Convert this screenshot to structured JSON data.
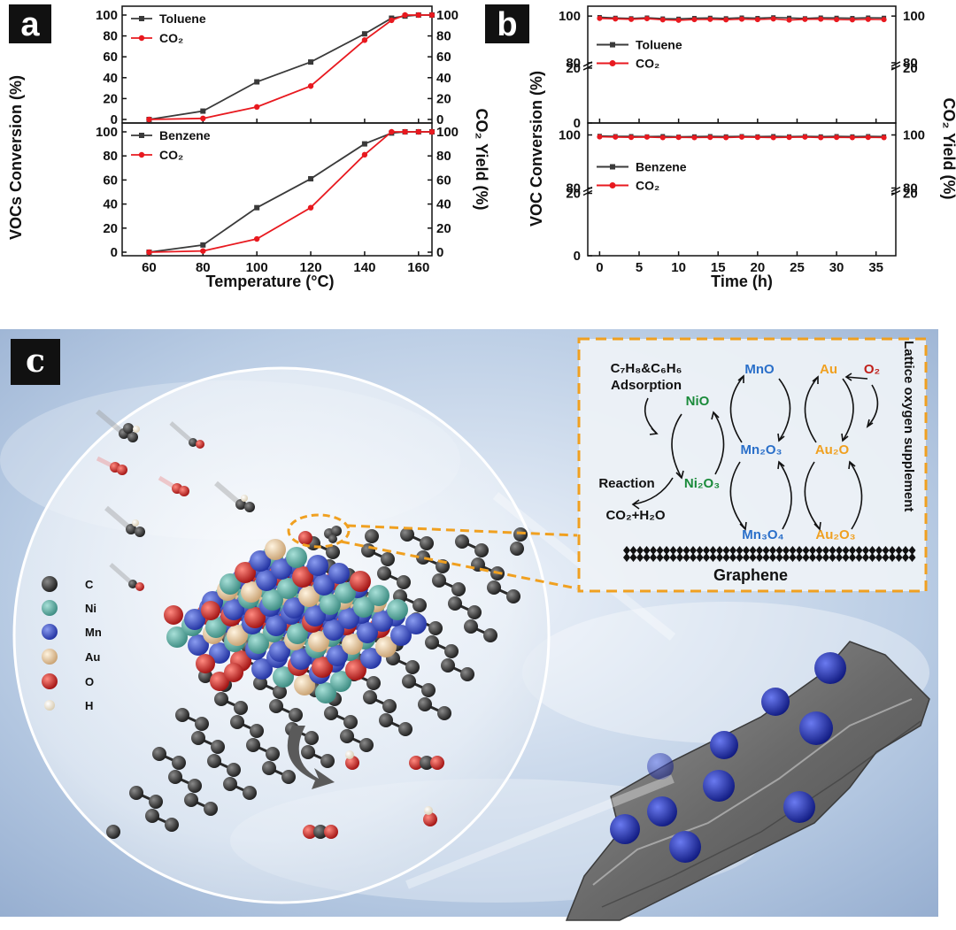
{
  "panel_labels": {
    "a": "a",
    "b": "b",
    "c": "c"
  },
  "colors": {
    "black_series": "#3a3a3a",
    "red_series": "#e8191f",
    "green": "#1a8a3a",
    "blue": "#2a6fc9",
    "orange": "#f0a020",
    "darkred": "#c0201a",
    "box": "#f0a020"
  },
  "chart_data": [
    {
      "type": "line",
      "panel": "a",
      "subplot": "top",
      "x": [
        60,
        80,
        100,
        120,
        140,
        150,
        155,
        160,
        165
      ],
      "series": [
        {
          "name": "Toluene",
          "color": "#3a3a3a",
          "values": [
            0,
            8,
            36,
            55,
            82,
            97,
            99,
            100,
            100
          ]
        },
        {
          "name": "CO₂",
          "color": "#e8191f",
          "values": [
            0,
            1,
            12,
            32,
            76,
            95,
            100,
            100,
            100
          ]
        }
      ],
      "xlim": [
        50,
        165
      ],
      "ylim": [
        0,
        100
      ],
      "yticks": [
        0,
        20,
        40,
        60,
        80,
        100
      ],
      "y2ticks": [
        0,
        20,
        40,
        60,
        80,
        100
      ],
      "legend": "top-left"
    },
    {
      "type": "line",
      "panel": "a",
      "subplot": "bottom",
      "x": [
        60,
        80,
        100,
        120,
        140,
        150,
        155,
        160,
        165
      ],
      "series": [
        {
          "name": "Benzene",
          "color": "#3a3a3a",
          "values": [
            0,
            6,
            37,
            61,
            90,
            99,
            100,
            100,
            100
          ]
        },
        {
          "name": "CO₂",
          "color": "#e8191f",
          "values": [
            0,
            1,
            11,
            37,
            81,
            100,
            100,
            100,
            100
          ]
        }
      ],
      "xlim": [
        50,
        165
      ],
      "ylim": [
        0,
        100
      ],
      "yticks": [
        0,
        20,
        40,
        60,
        80,
        100
      ],
      "y2ticks": [
        0,
        20,
        40,
        60,
        80,
        100
      ],
      "xticks": [
        60,
        80,
        100,
        120,
        140,
        160
      ],
      "xlabel": "Temperature (°C)",
      "ylabel": "VOCs Conversion (%)",
      "y2label": "CO₂ Yield (%)",
      "legend": "top-left"
    },
    {
      "type": "line",
      "panel": "b",
      "subplot": "top",
      "x": [
        0,
        2,
        4,
        6,
        8,
        10,
        12,
        14,
        16,
        18,
        20,
        22,
        24,
        26,
        28,
        30,
        32,
        34,
        36
      ],
      "series": [
        {
          "name": "Toluene",
          "color": "#3a3a3a",
          "values": [
            99.5,
            99.2,
            99.0,
            99.3,
            98.9,
            98.8,
            99.1,
            99.2,
            99.0,
            99.3,
            99.1,
            99.4,
            99.2,
            99.0,
            99.3,
            99.2,
            99.1,
            99.3,
            99.2
          ]
        },
        {
          "name": "CO₂",
          "color": "#e8191f",
          "values": [
            99.0,
            98.8,
            98.6,
            98.9,
            98.4,
            98.2,
            98.5,
            98.6,
            98.4,
            98.7,
            98.5,
            98.8,
            98.3,
            98.6,
            98.7,
            98.5,
            98.4,
            98.6,
            98.5
          ]
        }
      ],
      "xlim": [
        -1.5,
        37.5
      ],
      "yticks": [
        0,
        20,
        80,
        100
      ],
      "y2ticks": [
        20,
        80,
        100
      ],
      "axis_break": [
        20,
        80
      ],
      "legend": "center-left"
    },
    {
      "type": "line",
      "panel": "b",
      "subplot": "bottom",
      "x": [
        0,
        2,
        4,
        6,
        8,
        10,
        12,
        14,
        16,
        18,
        20,
        22,
        24,
        26,
        28,
        30,
        32,
        34,
        36
      ],
      "series": [
        {
          "name": "Benzene",
          "color": "#3a3a3a",
          "values": [
            99.6,
            99.5,
            99.5,
            99.4,
            99.5,
            99.3,
            99.4,
            99.5,
            99.4,
            99.5,
            99.4,
            99.5,
            99.4,
            99.5,
            99.4,
            99.5,
            99.4,
            99.5,
            99.4
          ]
        },
        {
          "name": "CO₂",
          "color": "#e8191f",
          "values": [
            99.3,
            99.2,
            99.1,
            99.2,
            99.0,
            99.1,
            99.0,
            99.1,
            99.0,
            99.2,
            99.1,
            99.0,
            99.1,
            99.2,
            99.0,
            99.1,
            99.0,
            99.1,
            99.0
          ]
        }
      ],
      "xlim": [
        -1.5,
        37.5
      ],
      "xticks": [
        0,
        5,
        10,
        15,
        20,
        25,
        30,
        35
      ],
      "yticks": [
        0,
        20,
        80,
        100
      ],
      "y2ticks": [
        20,
        80,
        100
      ],
      "axis_break": [
        20,
        80
      ],
      "xlabel": "Time (h)",
      "ylabel": "VOC Conversion (%)",
      "y2label": "CO₂ Yield (%)",
      "legend": "center-left"
    }
  ],
  "schematic": {
    "atom_legend": [
      "C",
      "Ni",
      "Mn",
      "Au",
      "O",
      "H"
    ],
    "atom_colors": [
      "#2a2a2a",
      "#5fb3a8",
      "#3a4fc8",
      "#e8c89a",
      "#c8201e",
      "#f4ecd8"
    ],
    "mechanism": {
      "reactants": "C₇H₈&C₆H₆",
      "adsorption": "Adsorption",
      "reaction": "Reaction",
      "products": "CO₂+H₂O",
      "nio": "NiO",
      "ni2o3": "Ni₂O₃",
      "mno": "MnO",
      "mn2o3": "Mn₂O₃",
      "mn3o4": "Mn₃O₄",
      "au": "Au",
      "au2o": "Au₂O",
      "au2o3": "Au₂O₃",
      "o2": "O₂",
      "lattice": "Lattice oxygen supplement",
      "support": "Graphene"
    }
  }
}
